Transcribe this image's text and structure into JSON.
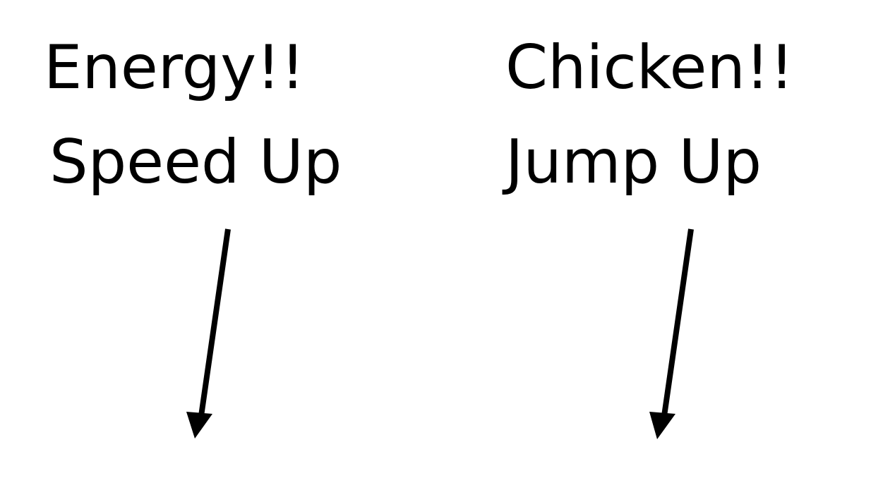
{
  "text_color": "#000000",
  "background_color": "#ffffff",
  "left_column": {
    "line1": "Energy!!",
    "line2": "Speed Up"
  },
  "right_column": {
    "line1": "Chicken!!",
    "line2": "Jump Up"
  },
  "arrow_icon": "arrow-down-icon"
}
